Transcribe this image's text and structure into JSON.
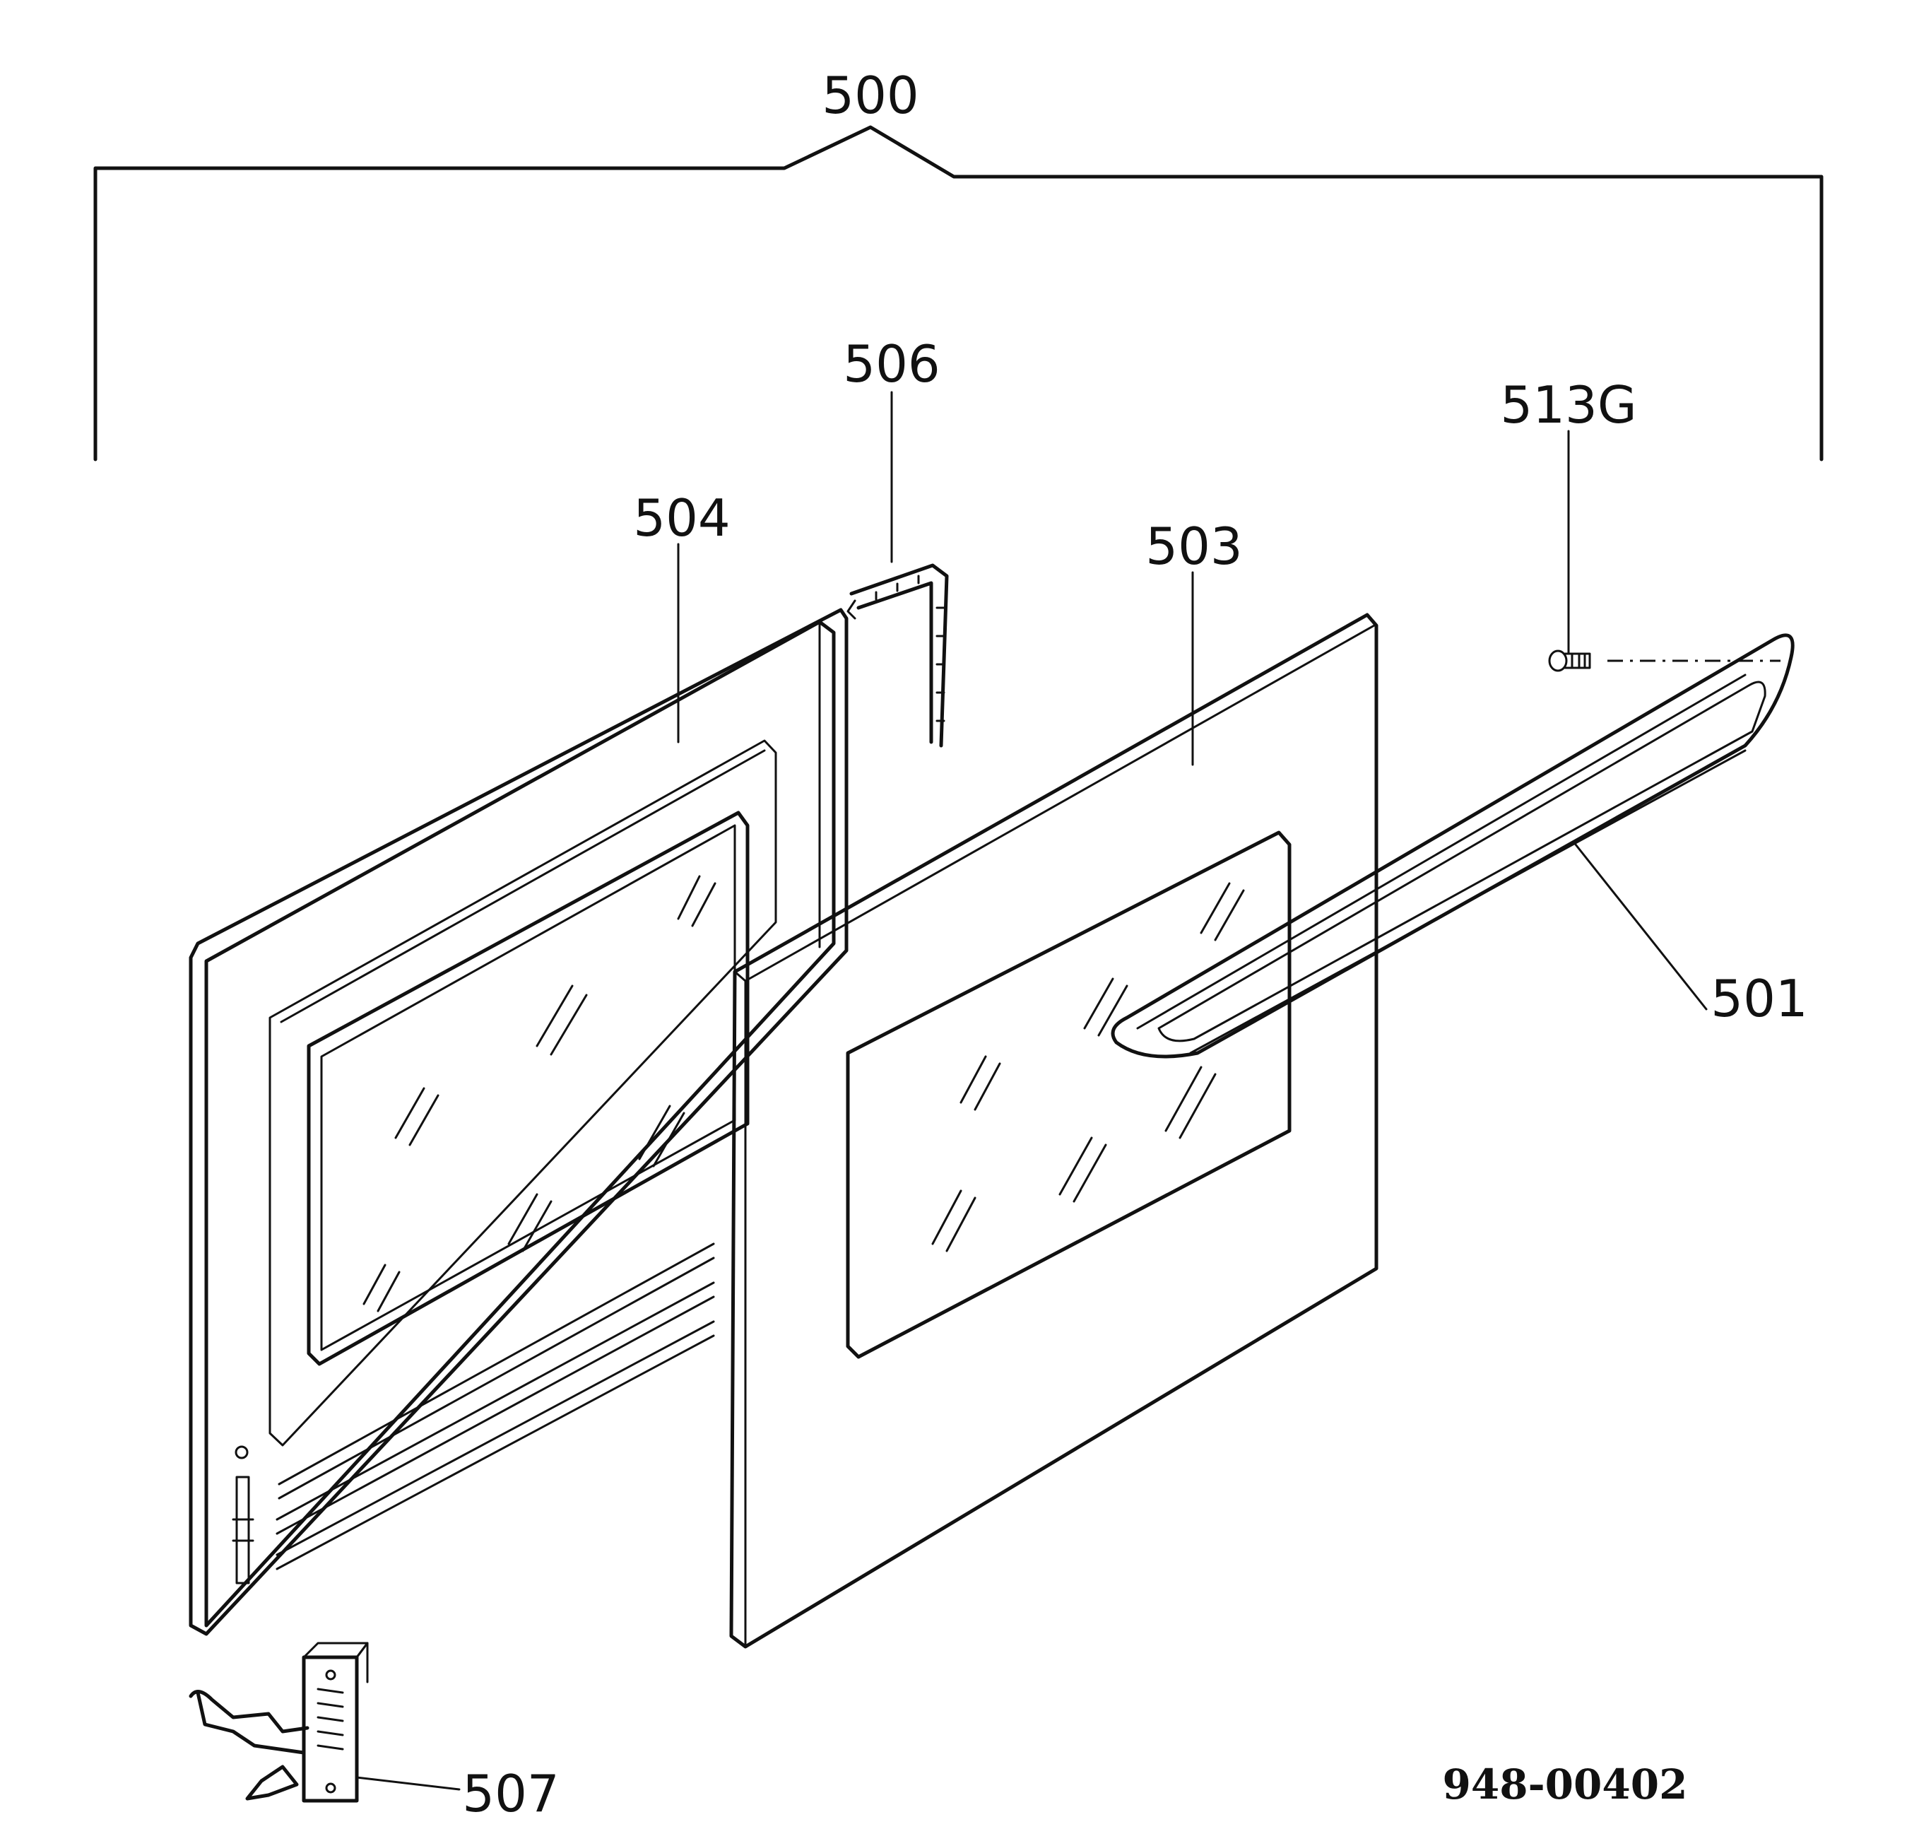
{
  "labels": {
    "assembly": "500",
    "handle": "501",
    "inner_panel": "503",
    "outer_panel": "504",
    "gasket": "506",
    "hinge": "507",
    "screw": "513G"
  },
  "drawing_number": "948-00402"
}
